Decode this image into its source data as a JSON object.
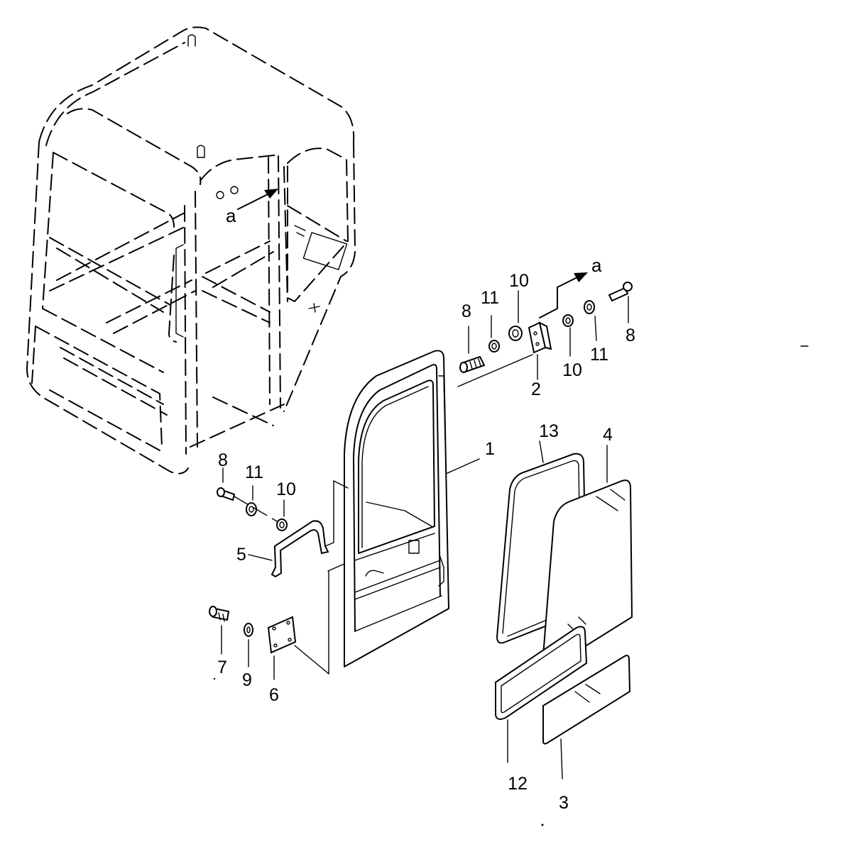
{
  "callouts": {
    "c1": "1",
    "c2": "2",
    "c3": "3",
    "c4": "4",
    "c5": "5",
    "c6": "6",
    "c7": "7",
    "c8a": "8",
    "c8b": "8",
    "c8c": "8",
    "c9": "9",
    "c10a": "10",
    "c10b": "10",
    "c10c": "10",
    "c11a": "11",
    "c11b": "11",
    "c11c": "11",
    "c12": "12",
    "c13": "13"
  },
  "reference_marks": {
    "cab_point": "a",
    "hinge_point": "a"
  }
}
